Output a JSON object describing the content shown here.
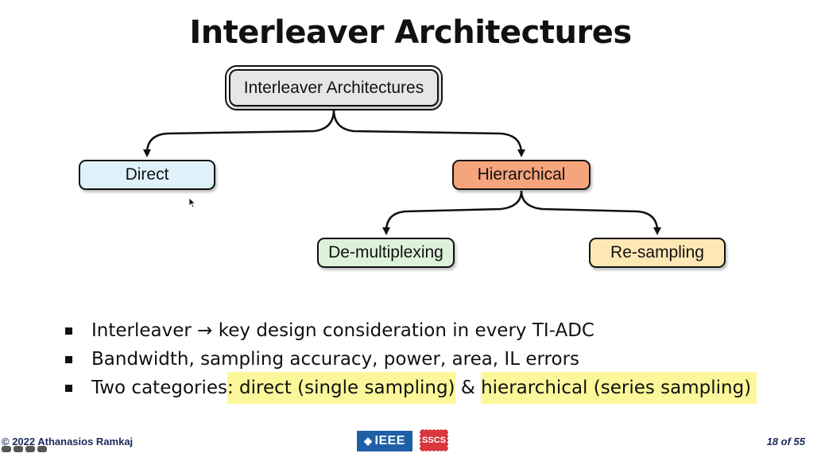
{
  "slide": {
    "title": "Interleaver Architectures"
  },
  "diagram": {
    "root": "Interleaver Architectures",
    "direct": "Direct",
    "hierarchical": "Hierarchical",
    "demultiplexing": "De-multiplexing",
    "resampling": "Re-sampling",
    "colors": {
      "root": "#e6e6e6",
      "direct": "#dff2fb",
      "hierarchical": "#f5a47c",
      "demultiplexing": "#ddf3d9",
      "resampling": "#fde8b4"
    }
  },
  "bullets": {
    "b1_part1": "Interleaver ",
    "b1_arrow": "→",
    "b1_part2": " key design consideration in every TI-ADC",
    "b2": "Bandwidth, sampling accuracy, power, area, IL errors",
    "b3_prefix": "Two categories",
    "b3_colon": ":",
    "b3_hl1": " direct (single sampling)",
    "b3_amp": " & ",
    "b3_hl2": "hierarchical (series sampling) ",
    "highlight_color": "#fbf79a"
  },
  "footer": {
    "copyright": "© 2022 Athanasios Ramkaj",
    "ieee_label": "IEEE",
    "sscs_label": "SSCS",
    "page": "18 of 55"
  }
}
